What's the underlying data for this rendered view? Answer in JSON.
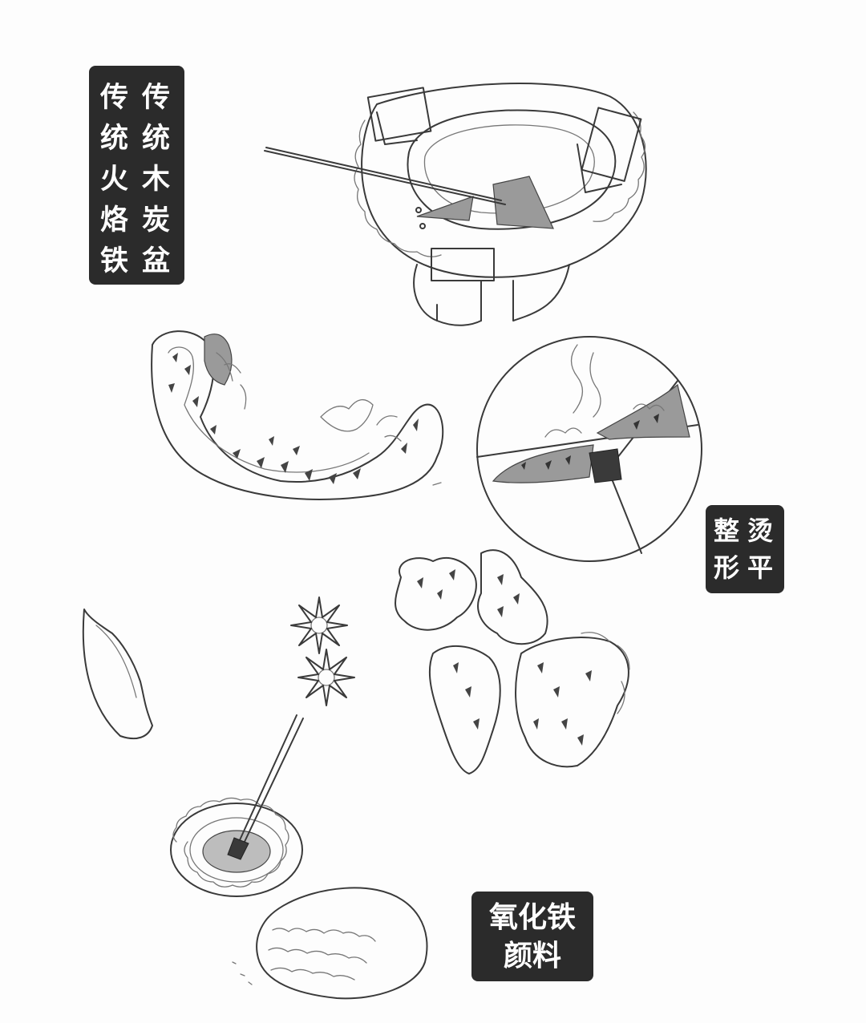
{
  "labels": {
    "charcoal_brazier": {
      "col_right": [
        "传",
        "统",
        "木",
        "炭",
        "盆"
      ],
      "col_left": [
        "传",
        "统",
        "火",
        "烙",
        "铁"
      ]
    },
    "iron_and_shape": {
      "col_right": [
        "烫",
        "平"
      ],
      "col_left": [
        "整",
        "形"
      ]
    },
    "pigment": {
      "line1": "氧化铁",
      "line2": "颜料"
    }
  },
  "colors": {
    "label_bg": "#2b2b2b",
    "label_text": "#ffffff",
    "pencil": "#3a3a3a",
    "paper": "#fdfdfd"
  }
}
